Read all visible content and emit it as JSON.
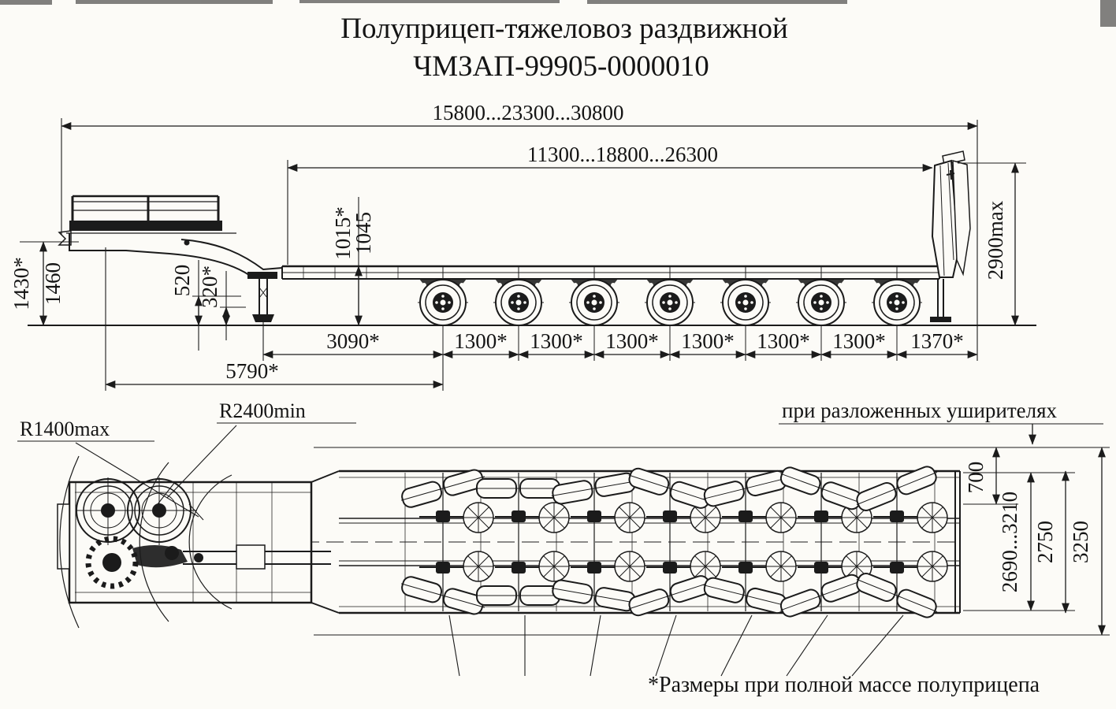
{
  "title": {
    "line1": "Полуприцеп-тяжеловоз раздвижной",
    "line2": "ЧМЗАП-99905-0000010"
  },
  "side_view": {
    "overall_length": "15800...23300...30800",
    "platform_length": "11300...18800...26300",
    "front_height_laden": "1430*",
    "front_height": "1460",
    "gooseneck_step_520": "520",
    "gooseneck_step_320": "320*",
    "deck_height_laden": "1015*",
    "deck_height": "1045",
    "rear_ramp_height_max": "2900max",
    "kingpin_to_first_axle": "3090*",
    "axle_spacings": [
      "1300*",
      "1300*",
      "1300*",
      "1300*",
      "1300*",
      "1300*"
    ],
    "last_axle_to_rear": "1370*",
    "front_to_first_axle": "5790*",
    "axle_count": 7
  },
  "plan_view": {
    "front_radius": "R1400max",
    "clearance_radius": "R2400min",
    "wideners_note": "при разложенных уширителях",
    "widener_width": "700",
    "frame_width_range": "2690...3210",
    "deck_width": "2750",
    "width_over_wideners": "3250"
  },
  "footnote": "*Размеры при полной массе полуприцепа",
  "colors": {
    "ink": "#1b1b1b",
    "paper": "#fcfbf7"
  }
}
